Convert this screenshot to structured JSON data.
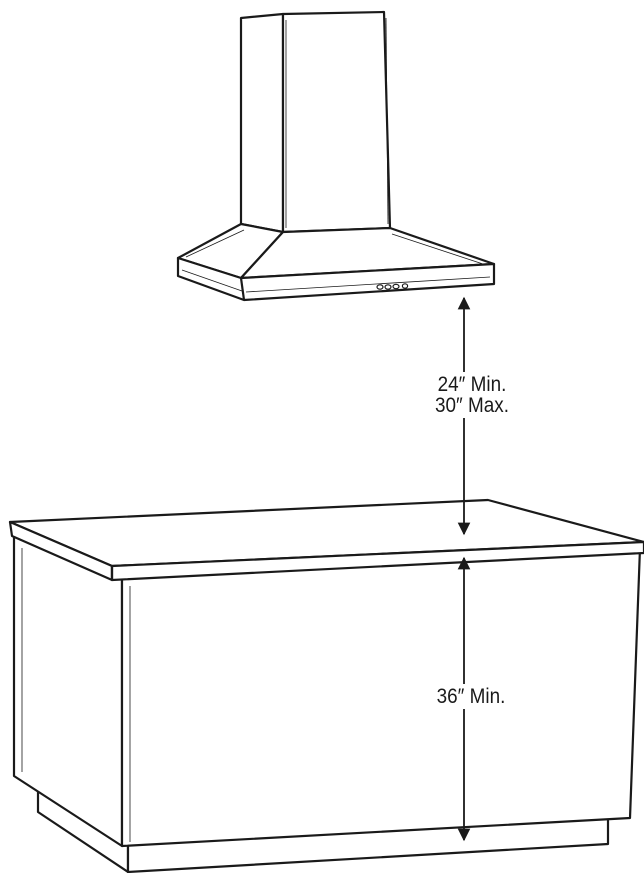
{
  "dimensions": {
    "hood_to_countertop": {
      "min": "24″ Min.",
      "max": "30″ Max."
    },
    "countertop_height": {
      "min": "36″ Min."
    }
  },
  "colors": {
    "line": "#1a1a1a",
    "fill": "#ffffff"
  }
}
